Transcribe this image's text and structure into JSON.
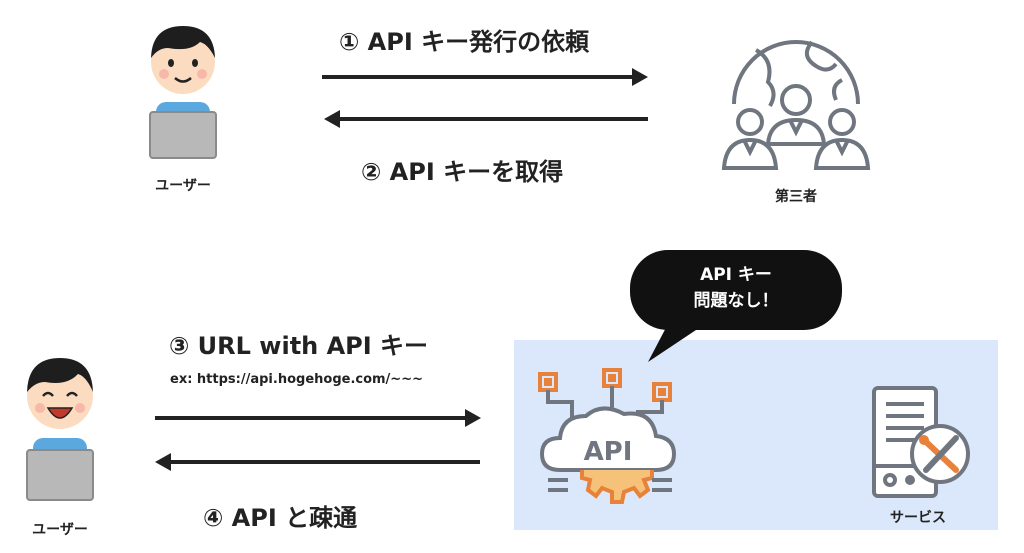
{
  "top": {
    "request_label": "① API キー発行の依頼",
    "receive_label": "② API キーを取得",
    "user_caption": "ユーザー",
    "third_party_caption": "第三者"
  },
  "bottom": {
    "url_label": "③ URL with API キー",
    "url_example": "ex: https://api.hogehoge.com/~~~",
    "communicate_label": "④ API と疎通",
    "user_caption": "ユーザー",
    "service_caption": "サービス",
    "bubble_line1": "API キー",
    "bubble_line2": "問題なし！",
    "api_logo_text": "API"
  },
  "colors": {
    "service_area_bg": "#dbe8fb",
    "arrow": "#222222",
    "bubble": "#111111",
    "skin": "#fcdcc0",
    "shirt": "#5aa8dd",
    "laptop": "#b8b8b8",
    "icon_gray": "#707680",
    "api_orange": "#e8823a",
    "api_gray": "#707680"
  },
  "icons": [
    "user-person-icon",
    "third-party-globe-people-icon",
    "api-cloud-gear-icon",
    "server-tools-icon",
    "speech-bubble-icon"
  ]
}
